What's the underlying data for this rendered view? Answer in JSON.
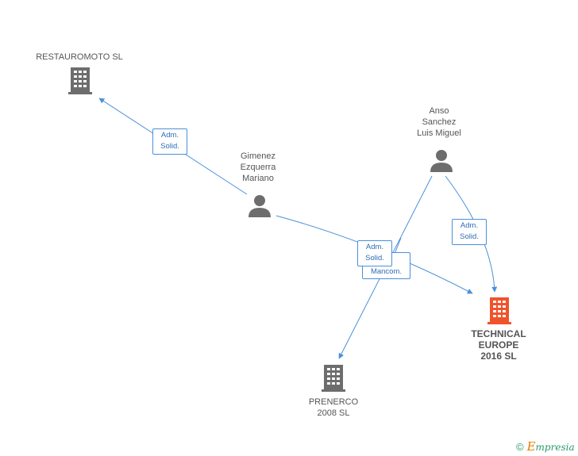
{
  "nodes": {
    "restauromoto": {
      "label": "RESTAUROMOTO SL",
      "kind": "company"
    },
    "gimenez": {
      "label": "Gimenez\nEzquerra\nMariano",
      "kind": "person"
    },
    "anso": {
      "label": "Anso\nSanchez\nLuis Miguel",
      "kind": "person"
    },
    "technical": {
      "label": "TECHNICAL\nEUROPE\n2016 SL",
      "kind": "company-target"
    },
    "prenerco": {
      "label": "PRENERCO\n2008 SL",
      "kind": "company"
    }
  },
  "badges": {
    "gimenez_restauromoto": "Adm.\nSolid.",
    "anso_technical": "Adm.\nSolid.",
    "gimenez_technical": "Adm.\nSolid.",
    "anso_prenerco": "Mancom."
  },
  "colors": {
    "line": "#4a90d9",
    "badge_border": "#4a90d9",
    "badge_text": "#2e6db4",
    "company_icon": "#6d6d6d",
    "target_icon": "#f0532b",
    "person_icon": "#6d6d6d",
    "brand_orange": "#e07a00",
    "brand_green": "#2a9a6a"
  },
  "footer": {
    "copyright_symbol": "©",
    "brand_initial": "E",
    "brand_rest": "mpresia"
  }
}
